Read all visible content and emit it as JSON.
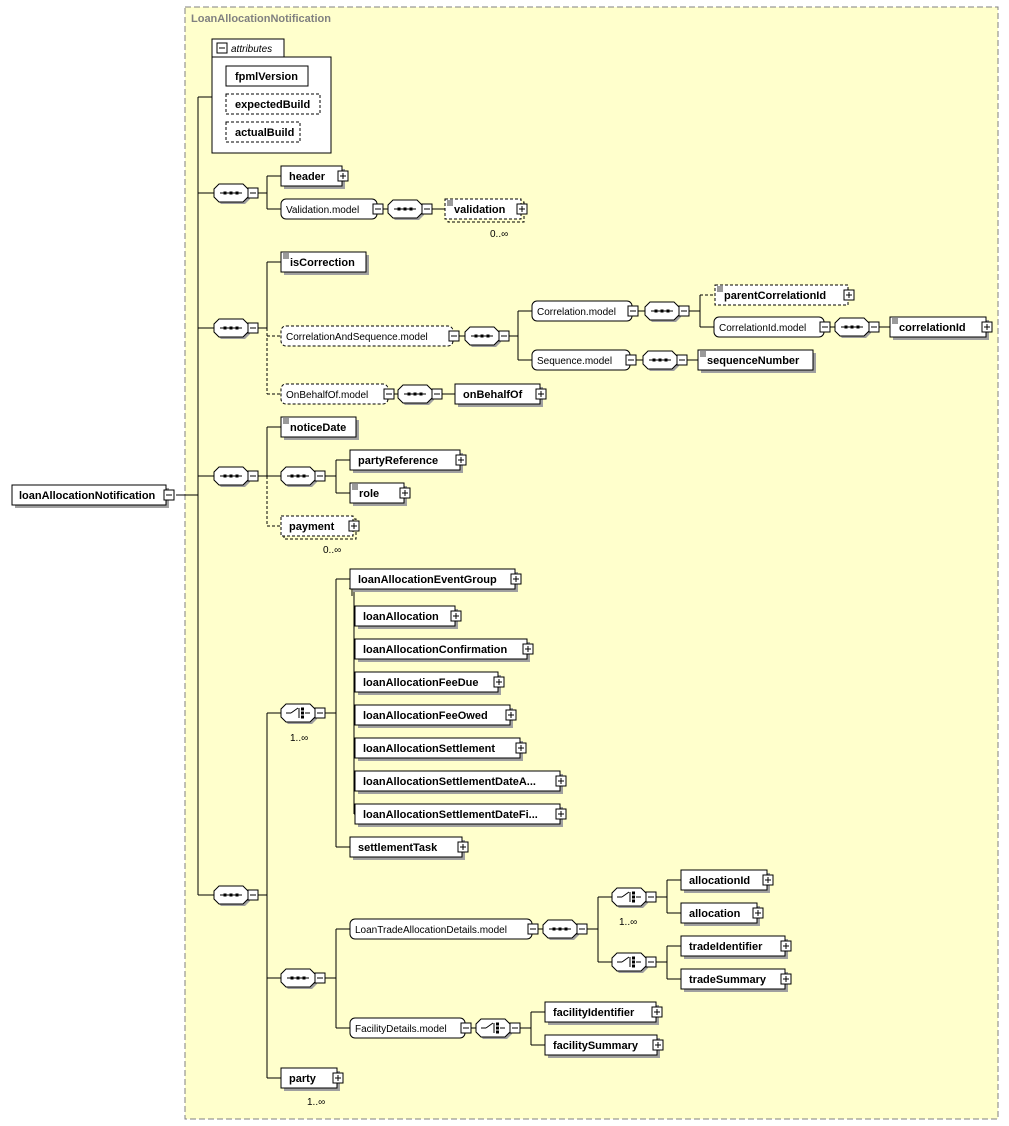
{
  "container_title": "LoanAllocationNotification",
  "root": {
    "label": "loanAllocationNotification"
  },
  "attributes": {
    "header": "attributes",
    "items": [
      {
        "label": "fpmlVersion",
        "optional": false
      },
      {
        "label": "expectedBuild",
        "optional": true
      },
      {
        "label": "actualBuild",
        "optional": true
      }
    ]
  },
  "group1": {
    "header": "header",
    "validation_model": "Validation.model",
    "validation": "validation",
    "validation_occurrence": "0..∞"
  },
  "group2": {
    "isCorrection": "isCorrection",
    "correlation_and_sequence_model": "CorrelationAndSequence.model",
    "correlation_model": "Correlation.model",
    "parentCorrelationId": "parentCorrelationId",
    "correlationId_model": "CorrelationId.model",
    "correlationId": "correlationId",
    "sequence_model": "Sequence.model",
    "sequenceNumber": "sequenceNumber",
    "onBehalfOf_model": "OnBehalfOf.model",
    "onBehalfOf": "onBehalfOf"
  },
  "group3": {
    "noticeDate": "noticeDate",
    "partyReference": "partyReference",
    "role": "role",
    "payment": "payment",
    "payment_occurrence": "0..∞"
  },
  "group4": {
    "choice_occurrence": "1..∞",
    "event_group": "loanAllocationEventGroup",
    "event_items": [
      "loanAllocation",
      "loanAllocationConfirmation",
      "loanAllocationFeeDue",
      "loanAllocationFeeOwed",
      "loanAllocationSettlement",
      "loanAllocationSettlementDateA...",
      "loanAllocationSettlementDateFi..."
    ],
    "settlementTask": "settlementTask",
    "loanTradeAllocationDetails_model": "LoanTradeAllocationDetails.model",
    "alloc_choice_occurrence": "1..∞",
    "allocationId": "allocationId",
    "allocation": "allocation",
    "tradeIdentifier": "tradeIdentifier",
    "tradeSummary": "tradeSummary",
    "facilityDetails_model": "FacilityDetails.model",
    "facilityIdentifier": "facilityIdentifier",
    "facilitySummary": "facilitySummary",
    "party": "party",
    "party_occurrence": "1..∞"
  },
  "colors": {
    "container_fill": "#ffffcc",
    "container_border": "#808080",
    "box_fill": "#ffffff",
    "shadow": "#a0a0a0",
    "line": "#000000"
  }
}
